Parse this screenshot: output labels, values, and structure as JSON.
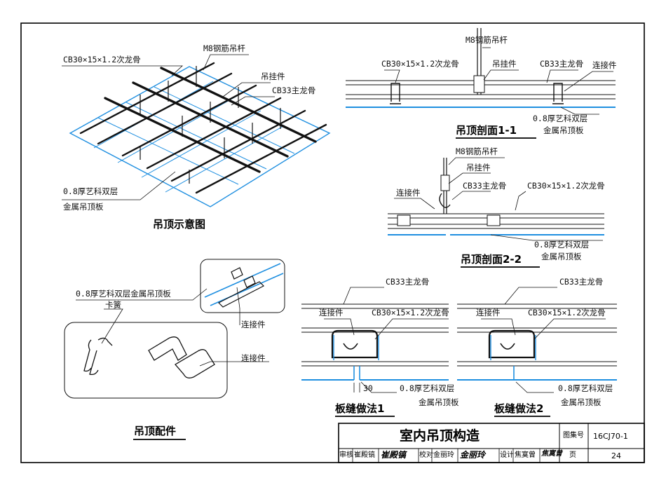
{
  "labels": {
    "top_main": {
      "secondary_keel": "CB30×15×1.2次龙骨",
      "hanger_rod": "M8钢筋吊杆",
      "hanger": "吊挂件",
      "main_keel": "CB33主龙骨",
      "panel_line1": "0.8厚艺科双层",
      "panel_line2": "金属吊顶板",
      "title": "吊顶示意图"
    },
    "section1": {
      "hanger_rod": "M8钢筋吊杆",
      "secondary_keel": "CB30×15×1.2次龙骨",
      "hanger": "吊挂件",
      "main_keel": "CB33主龙骨",
      "connector": "连接件",
      "panel_line1": "0.8厚艺科双层",
      "panel_line2": "金属吊顶板",
      "title": "吊顶剖面1-1"
    },
    "section2": {
      "hanger_rod": "M8钢筋吊杆",
      "hanger": "吊挂件",
      "connector": "连接件",
      "main_keel": "CB33主龙骨",
      "secondary_keel": "CB30×15×1.2次龙骨",
      "panel_line1": "0.8厚艺科双层",
      "panel_line2": "金属吊顶板",
      "title": "吊顶剖面2-2"
    },
    "accessories": {
      "panel": "0.8厚艺科双层金属吊顶板",
      "spring_clip": "卡簧",
      "connector_a": "连接件",
      "connector_b": "连接件",
      "title": "吊顶配件"
    },
    "joint1": {
      "main_keel": "CB33主龙骨",
      "connector": "连接件",
      "secondary_keel": "CB30×15×1.2次龙骨",
      "dim": "30",
      "panel_line1": "0.8厚艺科双层",
      "panel_line2": "金属吊顶板",
      "title": "板缝做法1"
    },
    "joint2": {
      "main_keel": "CB33主龙骨",
      "connector": "连接件",
      "secondary_keel": "CB30×15×1.2次龙骨",
      "panel_line1": "0.8厚艺科双层",
      "panel_line2": "金属吊顶板",
      "title": "板缝做法2"
    }
  },
  "title_block": {
    "drawing_title": "室内吊顶构造",
    "atlas_label": "图集号",
    "atlas_no": "16CJ70-1",
    "page_label": "页",
    "page_no": "24",
    "review_label": "审核",
    "review_name": "崔殿镐",
    "review_sig": "崔殿镐",
    "check_label": "校对",
    "check_name": "金丽玲",
    "check_sig": "金丽玲",
    "design_label": "设计",
    "design_name": "焦寞曾",
    "design_sig": "焦寞曾"
  },
  "colors": {
    "panel_blue": "#1f8fe0",
    "line": "#111111"
  }
}
